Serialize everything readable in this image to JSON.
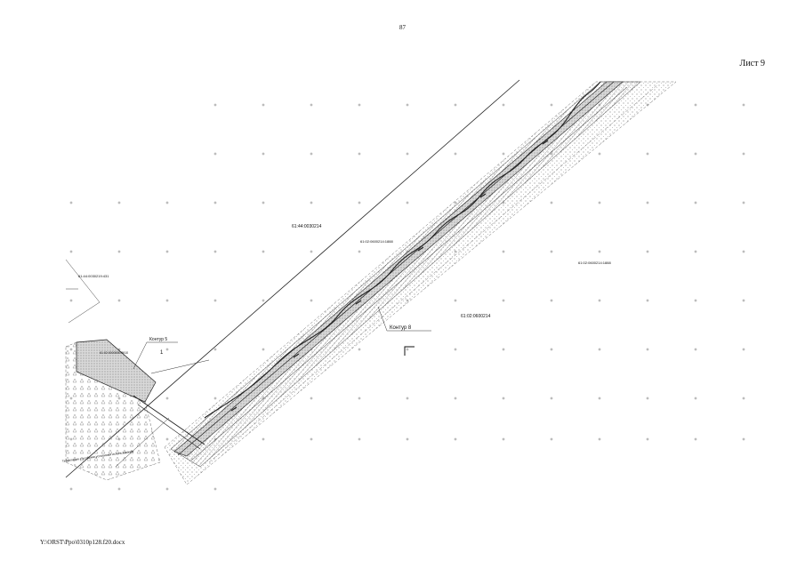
{
  "page": {
    "number": "87",
    "sheet": "Лист 9",
    "footer": "Y:\\ORST\\Ppo\\0310p128.f20.docx"
  },
  "drawing": {
    "labels": {
      "parcel_top": "61:44:0030214",
      "parcel_top_right": "61:02:0600214:1888",
      "parcel_right": "61:02:0600214",
      "parcel_left": "61:44:0030219:431",
      "contour_5": "Контур 5",
      "contour_5_num": "1",
      "contour_8": "Контур 8",
      "road_label": "61:02:0600214:1888",
      "small_parcel": "61:02:0000000:5910",
      "note": "Территория с особыми условиями использования"
    }
  }
}
